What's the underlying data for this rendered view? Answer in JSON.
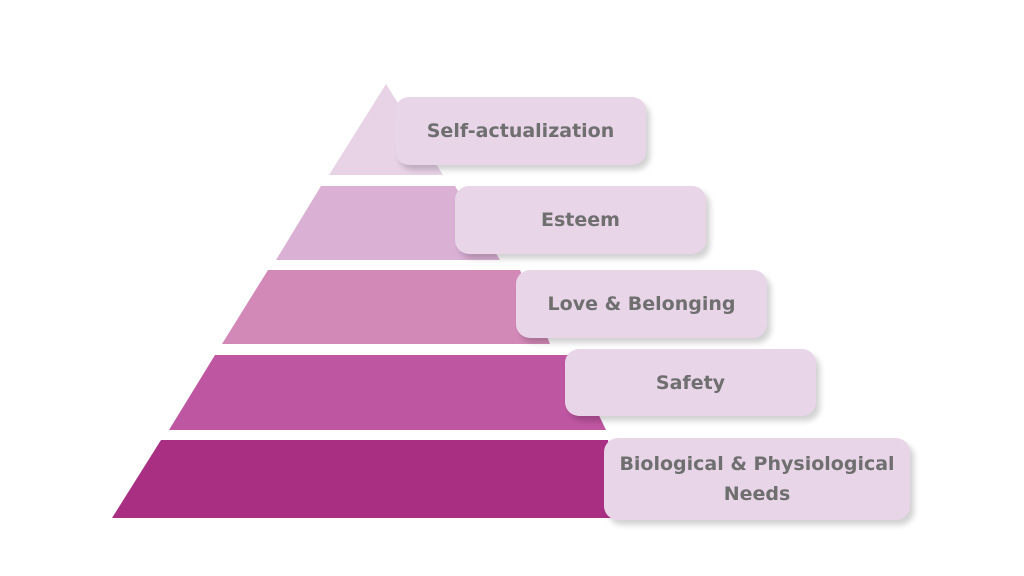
{
  "diagram": {
    "levels": [
      {
        "label": "Self-actualization",
        "color": "#e8d3e6"
      },
      {
        "label": "Esteem",
        "color": "#dab0d5"
      },
      {
        "label": "Love & Belonging",
        "color": "#d289b7"
      },
      {
        "label": "Safety",
        "color": "#bf56a1"
      },
      {
        "label": "Biological & Physiological\nNeeds",
        "color": "#a92f83"
      }
    ],
    "label_box_color": "#e8d5e8",
    "label_text_color": "#6f6f6f"
  }
}
